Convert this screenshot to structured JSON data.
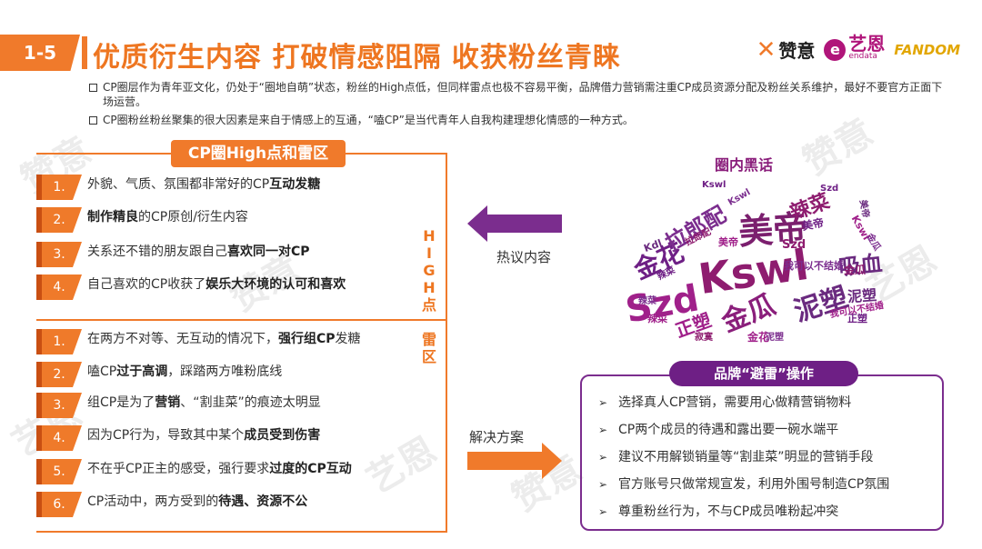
{
  "header": {
    "section_tag": "1-5",
    "title": "优质衍生内容 打破情感阻隔 收获粉丝青睐",
    "logos": {
      "zanyi": "赞意",
      "yien": "艺恩",
      "yien_sub": "endata",
      "fandom": "FANDOM"
    }
  },
  "bullets": [
    "CP圈层作为青年亚文化，仍处于“圈地自萌”状态，粉丝的High点低，但同样雷点也极不容易平衡，品牌借力营销需注重CP成员资源分配及粉丝关系维护，最好不要官方正面下场运营。",
    "CP圈粉丝粉丝聚集的很大因素是来自于情感上的互通，“嗑CP”是当代青年人自我构建理想化情感的一种方式。"
  ],
  "left": {
    "header": "CP圈High点和雷区",
    "high_label": "HIGH点",
    "thunder_label": "雷区",
    "high_items": [
      {
        "num": "1.",
        "pre": "外貌、气质、氛围都非常好的CP",
        "bold": "互动发糖",
        "post": ""
      },
      {
        "num": "2.",
        "pre": "",
        "bold": "制作精良",
        "post": "的CP原创/衍生内容"
      },
      {
        "num": "3.",
        "pre": "关系还不错的朋友跟自己",
        "bold": "喜欢同一对CP",
        "post": ""
      },
      {
        "num": "4.",
        "pre": "自己喜欢的CP收获了",
        "bold": "娱乐大环境的认可和喜欢",
        "post": ""
      }
    ],
    "thunder_items": [
      {
        "num": "1.",
        "pre": "在两方不对等、无互动的情况下，",
        "bold": "强行组CP",
        "post": "发糖"
      },
      {
        "num": "2.",
        "pre": "嗑CP",
        "bold": "过于高调",
        "post": "，踩踏两方唯粉底线"
      },
      {
        "num": "3.",
        "pre": "组CP是为了",
        "bold": "营销",
        "post": "、“割韭菜”的痕迹太明显",
        "bold2": "割韭菜"
      },
      {
        "num": "4.",
        "pre": "因为CP行为，导致其中某个",
        "bold": "成员受到伤害",
        "post": ""
      },
      {
        "num": "5.",
        "pre": "不在乎CP正主的感受，强行要求",
        "bold": "过度的CP互动",
        "post": ""
      },
      {
        "num": "6.",
        "pre": "CP活动中，两方受到的",
        "bold": "待遇、资源不公",
        "post": ""
      }
    ]
  },
  "middle": {
    "hot_label": "热议内容",
    "solution_label": "解决方案",
    "arrow_left_color": "#7b2d8e",
    "arrow_right_color": "#f07a2b"
  },
  "cloud": {
    "title": "圈内黑话",
    "words": [
      {
        "t": "Kswl",
        "c": "#8e1c6f"
      },
      {
        "t": "Szd",
        "c": "#a0208a"
      },
      {
        "t": "美帝",
        "c": "#7b1f6e"
      },
      {
        "t": "金瓜",
        "c": "#8a1e7b"
      },
      {
        "t": "泥塑",
        "c": "#6a2a7f"
      },
      {
        "t": "金花",
        "c": "#6e1f85"
      },
      {
        "t": "拉郎配",
        "c": "#7b2d8e"
      },
      {
        "t": "辣菜",
        "c": "#8e1c6f"
      },
      {
        "t": "吸血",
        "c": "#6a2a7f"
      },
      {
        "t": "正塑",
        "c": "#a0208a"
      },
      {
        "t": "我可以不结婚",
        "c": "#7b2d8e"
      },
      {
        "t": "Szd",
        "c": "#8e1c6f"
      },
      {
        "t": "Kswl",
        "c": "#a0208a"
      },
      {
        "t": "美帝",
        "c": "#6e1f85"
      },
      {
        "t": "金瓜",
        "c": "#8e1c6f"
      },
      {
        "t": "泥塑",
        "c": "#6a2a7f"
      },
      {
        "t": "Kswl",
        "c": "#7b2d8e"
      },
      {
        "t": "辣菜",
        "c": "#a0208a"
      },
      {
        "t": "正塑",
        "c": "#6e1f85"
      },
      {
        "t": "Kdl",
        "c": "#6a2a7f"
      },
      {
        "t": "寂寞",
        "c": "#8e1c6f"
      },
      {
        "t": "金花",
        "c": "#a0208a"
      },
      {
        "t": "辣菜",
        "c": "#6e1f85"
      },
      {
        "t": "美帝",
        "c": "#a0208a"
      },
      {
        "t": "拉郎配",
        "c": "#8e1c6f"
      },
      {
        "t": "Kswl",
        "c": "#6e1f85"
      },
      {
        "t": "泥塑",
        "c": "#7b2d8e"
      },
      {
        "t": "美帝",
        "c": "#6a2a7f"
      },
      {
        "t": "辣菜",
        "c": "#7b2d8e"
      },
      {
        "t": "我可以不结婚",
        "c": "#a0208a"
      },
      {
        "t": "Szd",
        "c": "#6e1f85"
      },
      {
        "t": "金瓜",
        "c": "#7b2d8e"
      }
    ]
  },
  "right": {
    "header": "品牌“避雷”操作",
    "items": [
      "选择真人CP营销，需要用心做精营销物料",
      "CP两个成员的待遇和露出要一碗水端平",
      "建议不用解锁销量等“割韭菜”明显的营销手段",
      "官方账号只做常规宣发，利用外围号制造CP氛围",
      "尊重粉丝行为，不与CP成员唯粉起冲突"
    ]
  },
  "colors": {
    "orange": "#f07a2b",
    "purple": "#7b2d8e"
  },
  "watermark": {
    "a": "赞意",
    "b": "艺恩"
  }
}
